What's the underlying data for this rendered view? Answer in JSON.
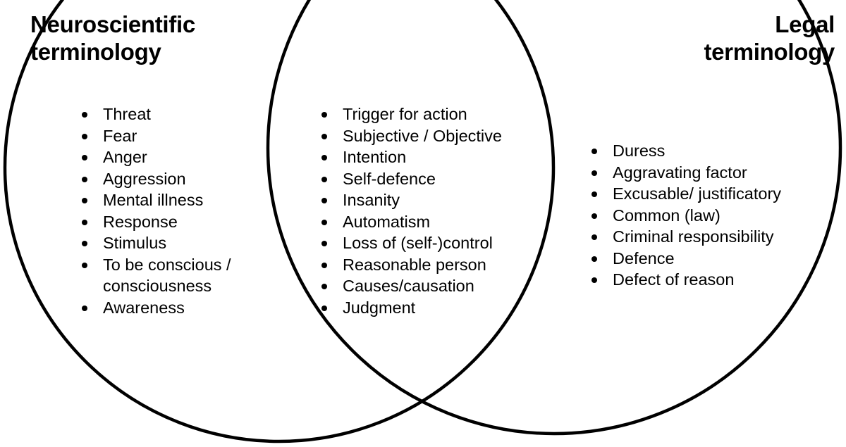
{
  "diagram": {
    "type": "venn",
    "stroke_color": "#000000",
    "background_color": "#ffffff",
    "text_color": "#000000"
  },
  "left": {
    "title": "Neuroscientific\nterminology",
    "items": [
      "Threat",
      "Fear",
      "Anger",
      "Aggression",
      "Mental illness",
      "Response",
      "Stimulus",
      "To be conscious /\nconsciousness",
      "Awareness"
    ]
  },
  "center": {
    "title": "",
    "items": [
      "Trigger for action",
      "Subjective / Objective",
      "Intention",
      "Self-defence",
      "Insanity",
      "Automatism",
      "Loss of (self-)control",
      "Reasonable person",
      "Causes/causation",
      "Judgment"
    ]
  },
  "right": {
    "title": "Legal\nterminology",
    "items": [
      "Duress",
      "Aggravating factor",
      "Excusable/ justificatory",
      "Common (law)",
      "Criminal responsibility",
      "Defence",
      "Defect of reason"
    ]
  }
}
